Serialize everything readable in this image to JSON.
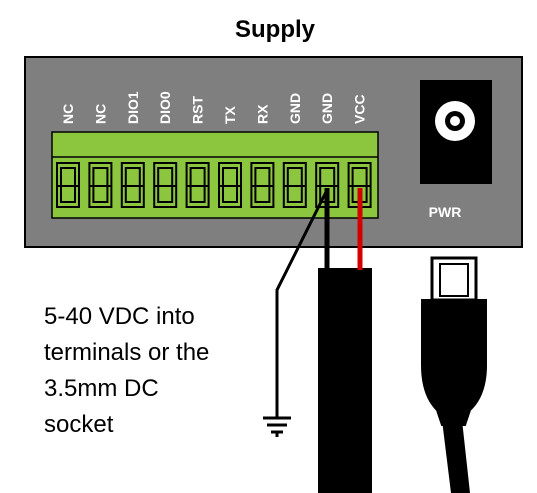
{
  "title": "Supply",
  "terminal_labels": [
    "NC",
    "NC",
    "DIO1",
    "DIO0",
    "RST",
    "TX",
    "RX",
    "GND",
    "GND",
    "VCC"
  ],
  "power_jack_label": "PWR",
  "description_lines": [
    "5-40 VDC into",
    "terminals or the",
    "3.5mm DC",
    "socket"
  ],
  "colors": {
    "housing": "#7f7f7f",
    "terminal_block": "#8cc63f",
    "wire_positive": "#d40000",
    "wire_negative": "#000000",
    "jack": "#000000"
  }
}
